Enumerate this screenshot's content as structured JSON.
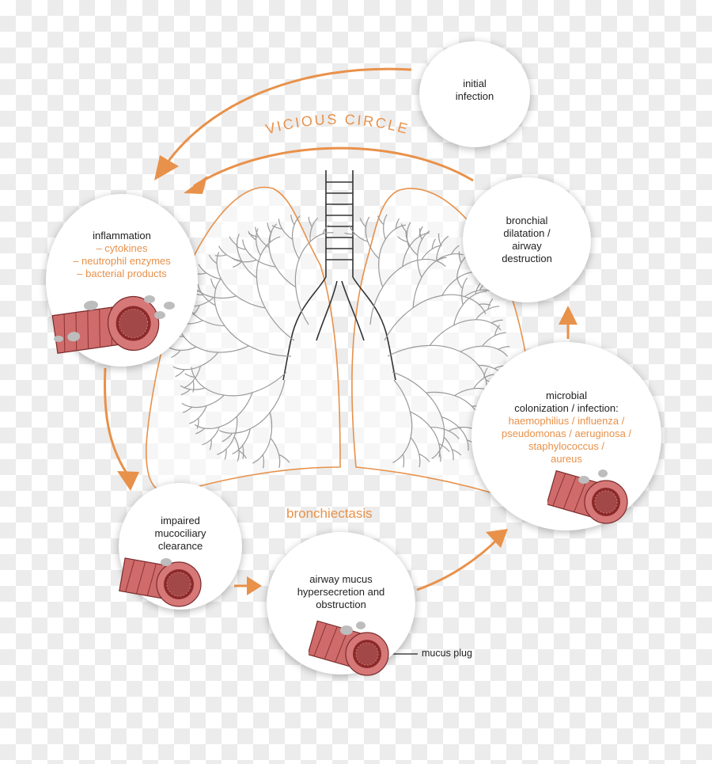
{
  "title": "VICIOUS CIRCLE",
  "center_label": "bronchiectasis",
  "nodes": {
    "initial_infection": {
      "lines": [
        "initial",
        "infection"
      ]
    },
    "bronchial_dilatation": {
      "lines": [
        "bronchial",
        "dilatation /",
        "airway",
        "destruction"
      ]
    },
    "microbial_colonization": {
      "lines": [
        "microbial",
        "colonization / infection:"
      ],
      "sub_lines": [
        "haemophilius / influenza /",
        "pseudomonas / aeruginosa /",
        "staphylococcus /",
        "aureus"
      ]
    },
    "airway_mucus": {
      "lines": [
        "airway mucus",
        "hypersecretion and",
        "obstruction"
      ]
    },
    "impaired_clearance": {
      "lines": [
        "impaired",
        "mucociliary",
        "clearance"
      ]
    },
    "inflammation": {
      "lines": [
        "inflammation"
      ],
      "sub_lines": [
        "– cytokines",
        "– neutrophil enzymes",
        "– bacterial products"
      ]
    }
  },
  "annotation": {
    "mucus_plug": "mucus plug"
  },
  "colors": {
    "accent": "#e8914a",
    "text": "#222222",
    "airway_wall": "#c45f5f",
    "airway_lumen": "#8c2a2a",
    "lung_outline": "#e8914a",
    "bronchi": "#8a8a8a"
  }
}
